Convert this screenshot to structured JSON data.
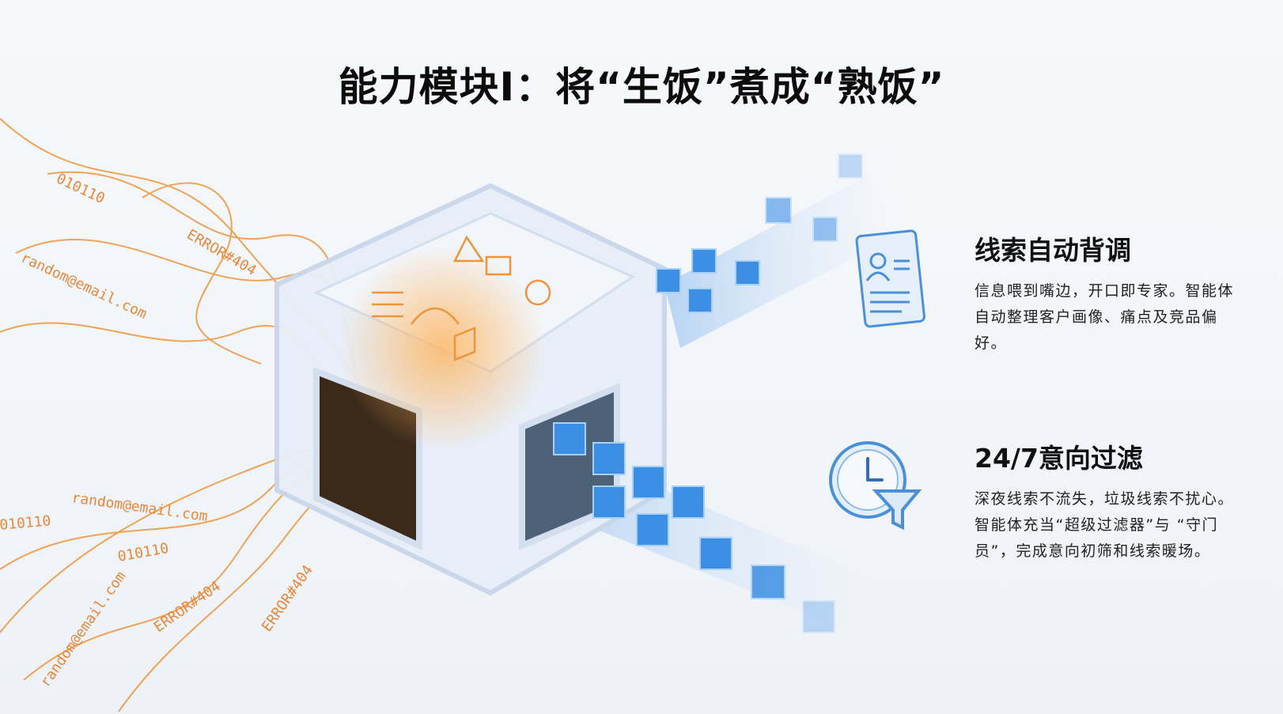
{
  "title": "能力模块Ⅰ：将“生饭”煮成“熟饭”",
  "illustration": {
    "noise_labels": [
      "010110",
      "ERROR#404",
      "random@email.com",
      "random@email.com",
      "ERROR#404",
      "010110",
      "random@email.com",
      "ERROR#404",
      "010110"
    ],
    "colors": {
      "chaos": "#f0943a",
      "clean": "#3d8fe6",
      "cube": "#c9d6ea"
    }
  },
  "features": [
    {
      "title": "线索自动背调",
      "text": "信息喂到嘴边，开口即专家。智能体自动整理客户画像、痛点及竞品偏好。",
      "icon": "profile-card-icon"
    },
    {
      "title": "24/7意向过滤",
      "text": "深夜线索不流失，垃圾线索不扰心。智能体充当“超级过滤器”与 “守门员”，完成意向初筛和线索暖场。",
      "icon": "clock-funnel-icon"
    }
  ]
}
